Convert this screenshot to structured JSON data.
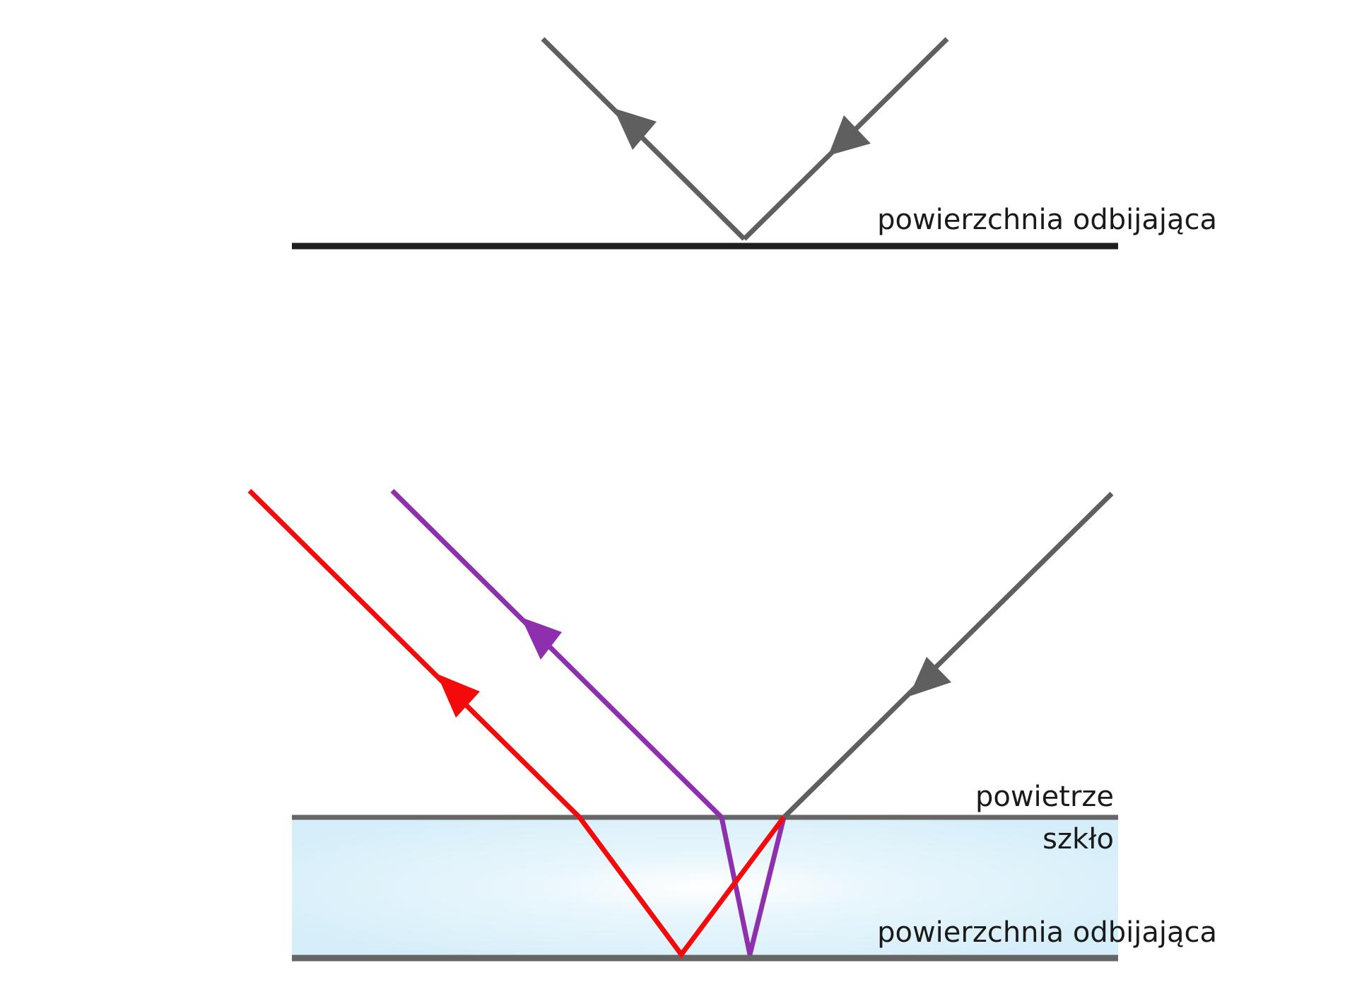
{
  "labels": {
    "top_surface": "powierzchnia odbijająca",
    "air": "powietrze",
    "glass": "szkło",
    "bottom_surface": "powierzchnia odbijająca"
  },
  "colors": {
    "mirror_surface": "#1e1e1e",
    "incident_ray": "#5f5f5f",
    "interface_line": "#666666",
    "surface_reflection_ray": "#8e2fae",
    "mirror_reflection_ray": "#f40a0a",
    "glass_fill_center": "#ffffff",
    "glass_fill_edge": "#d5eef9"
  }
}
